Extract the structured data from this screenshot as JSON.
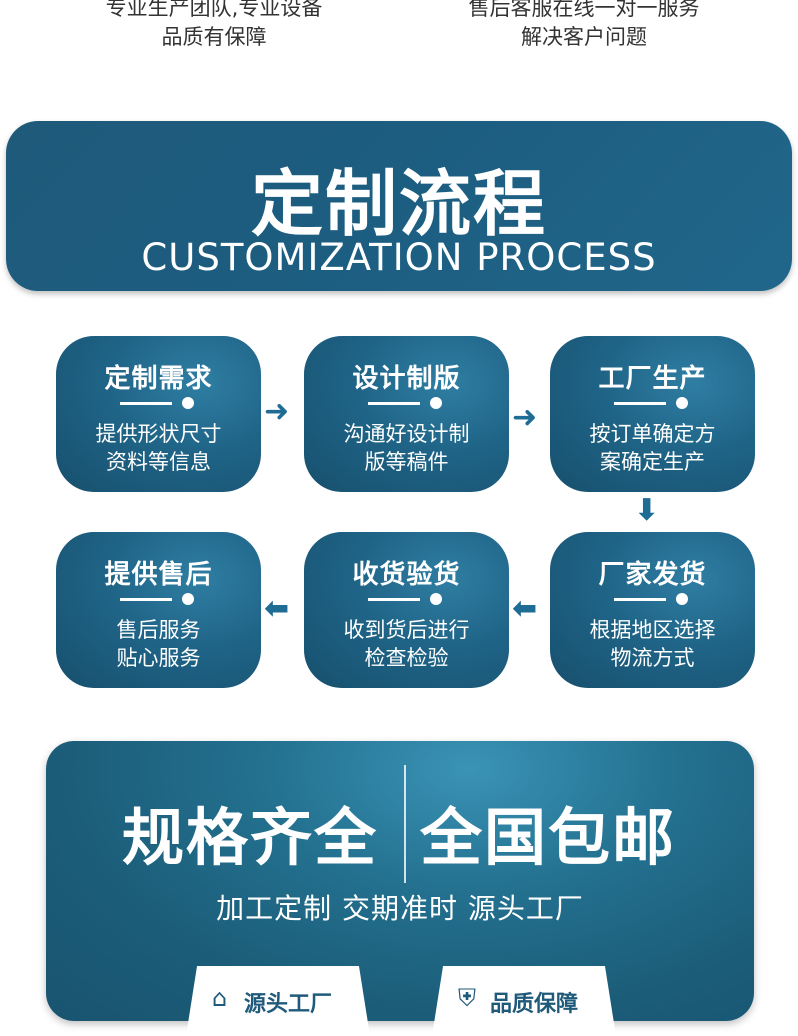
{
  "top_notes": {
    "left": {
      "line1": "专业生产团队,专业设备",
      "line2": "品质有保障"
    },
    "right": {
      "line1": "售后客服在线一对一服务",
      "line2": "解决客户问题"
    }
  },
  "banner": {
    "title": "定制流程",
    "subtitle": "CUSTOMIZATION PROCESS"
  },
  "process": {
    "steps": [
      {
        "title": "定制需求",
        "line1": "提供形状尺寸",
        "line2": "资料等信息"
      },
      {
        "title": "设计制版",
        "line1": "沟通好设计制",
        "line2": "版等稿件"
      },
      {
        "title": "工厂生产",
        "line1": "按订单确定方",
        "line2": "案确定生产"
      },
      {
        "title": "厂家发货",
        "line1": "根据地区选择",
        "line2": "物流方式"
      },
      {
        "title": "收货验货",
        "line1": "收到货后进行",
        "line2": "检查检验"
      },
      {
        "title": "提供售后",
        "line1": "售后服务",
        "line2": "贴心服务"
      }
    ],
    "arrows": {
      "right": "➜",
      "down": "⬇",
      "left": "⬅"
    }
  },
  "feature": {
    "heading_left": "规格齐全",
    "heading_right": "全国包邮",
    "slogan": "加工定制 交期准时 源头工厂",
    "tags": [
      {
        "icon": "house-icon",
        "glyph": "⌂",
        "label": "源头工厂"
      },
      {
        "icon": "shield-icon",
        "glyph": "⛨",
        "label": "品质保障"
      }
    ]
  },
  "colors": {
    "primary": "#1f5a7a",
    "arrow": "#1f6c95"
  }
}
